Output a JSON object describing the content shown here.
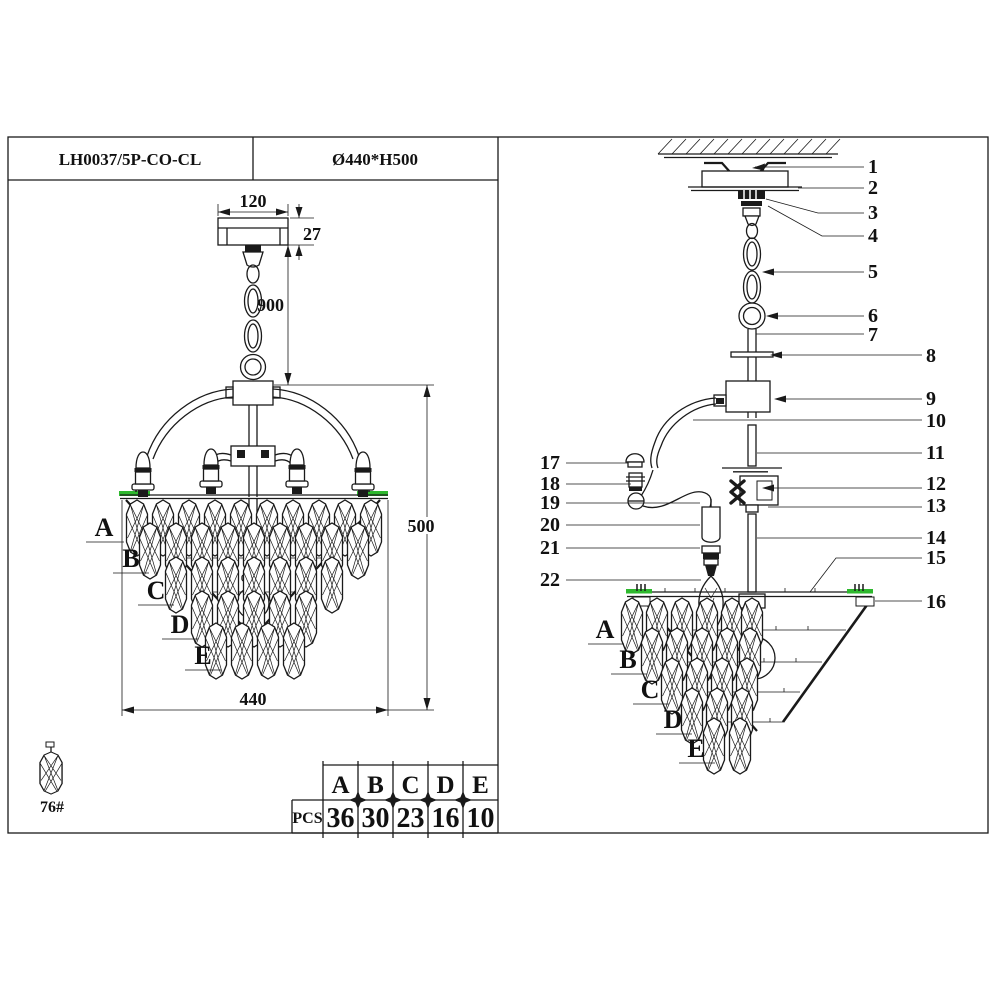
{
  "title_block": {
    "model": "LH0037/5P-CO-CL",
    "spec": "Ø440*H500"
  },
  "left_drawing": {
    "dim_canopy_width": "120",
    "dim_canopy_height": "27",
    "dim_chain_drop": "900",
    "dim_body_height": "500",
    "dim_body_width": "440",
    "tiers": [
      "A",
      "B",
      "C",
      "D",
      "E"
    ]
  },
  "right_drawing": {
    "tiers": [
      "A",
      "B",
      "C",
      "D",
      "E"
    ],
    "callouts": [
      "1",
      "2",
      "3",
      "4",
      "5",
      "6",
      "7",
      "8",
      "9",
      "10",
      "11",
      "12",
      "13",
      "14",
      "15",
      "16",
      "17",
      "18",
      "19",
      "20",
      "21",
      "22"
    ]
  },
  "legend": {
    "crystal_code": "76#"
  },
  "parts_table": {
    "row_label": "PCS",
    "columns": [
      "A",
      "B",
      "C",
      "D",
      "E"
    ],
    "values": [
      "36",
      "30",
      "23",
      "16",
      "10"
    ]
  },
  "colors": {
    "ink": "#1a1a1a",
    "highlight_green": "#2eb82e"
  }
}
